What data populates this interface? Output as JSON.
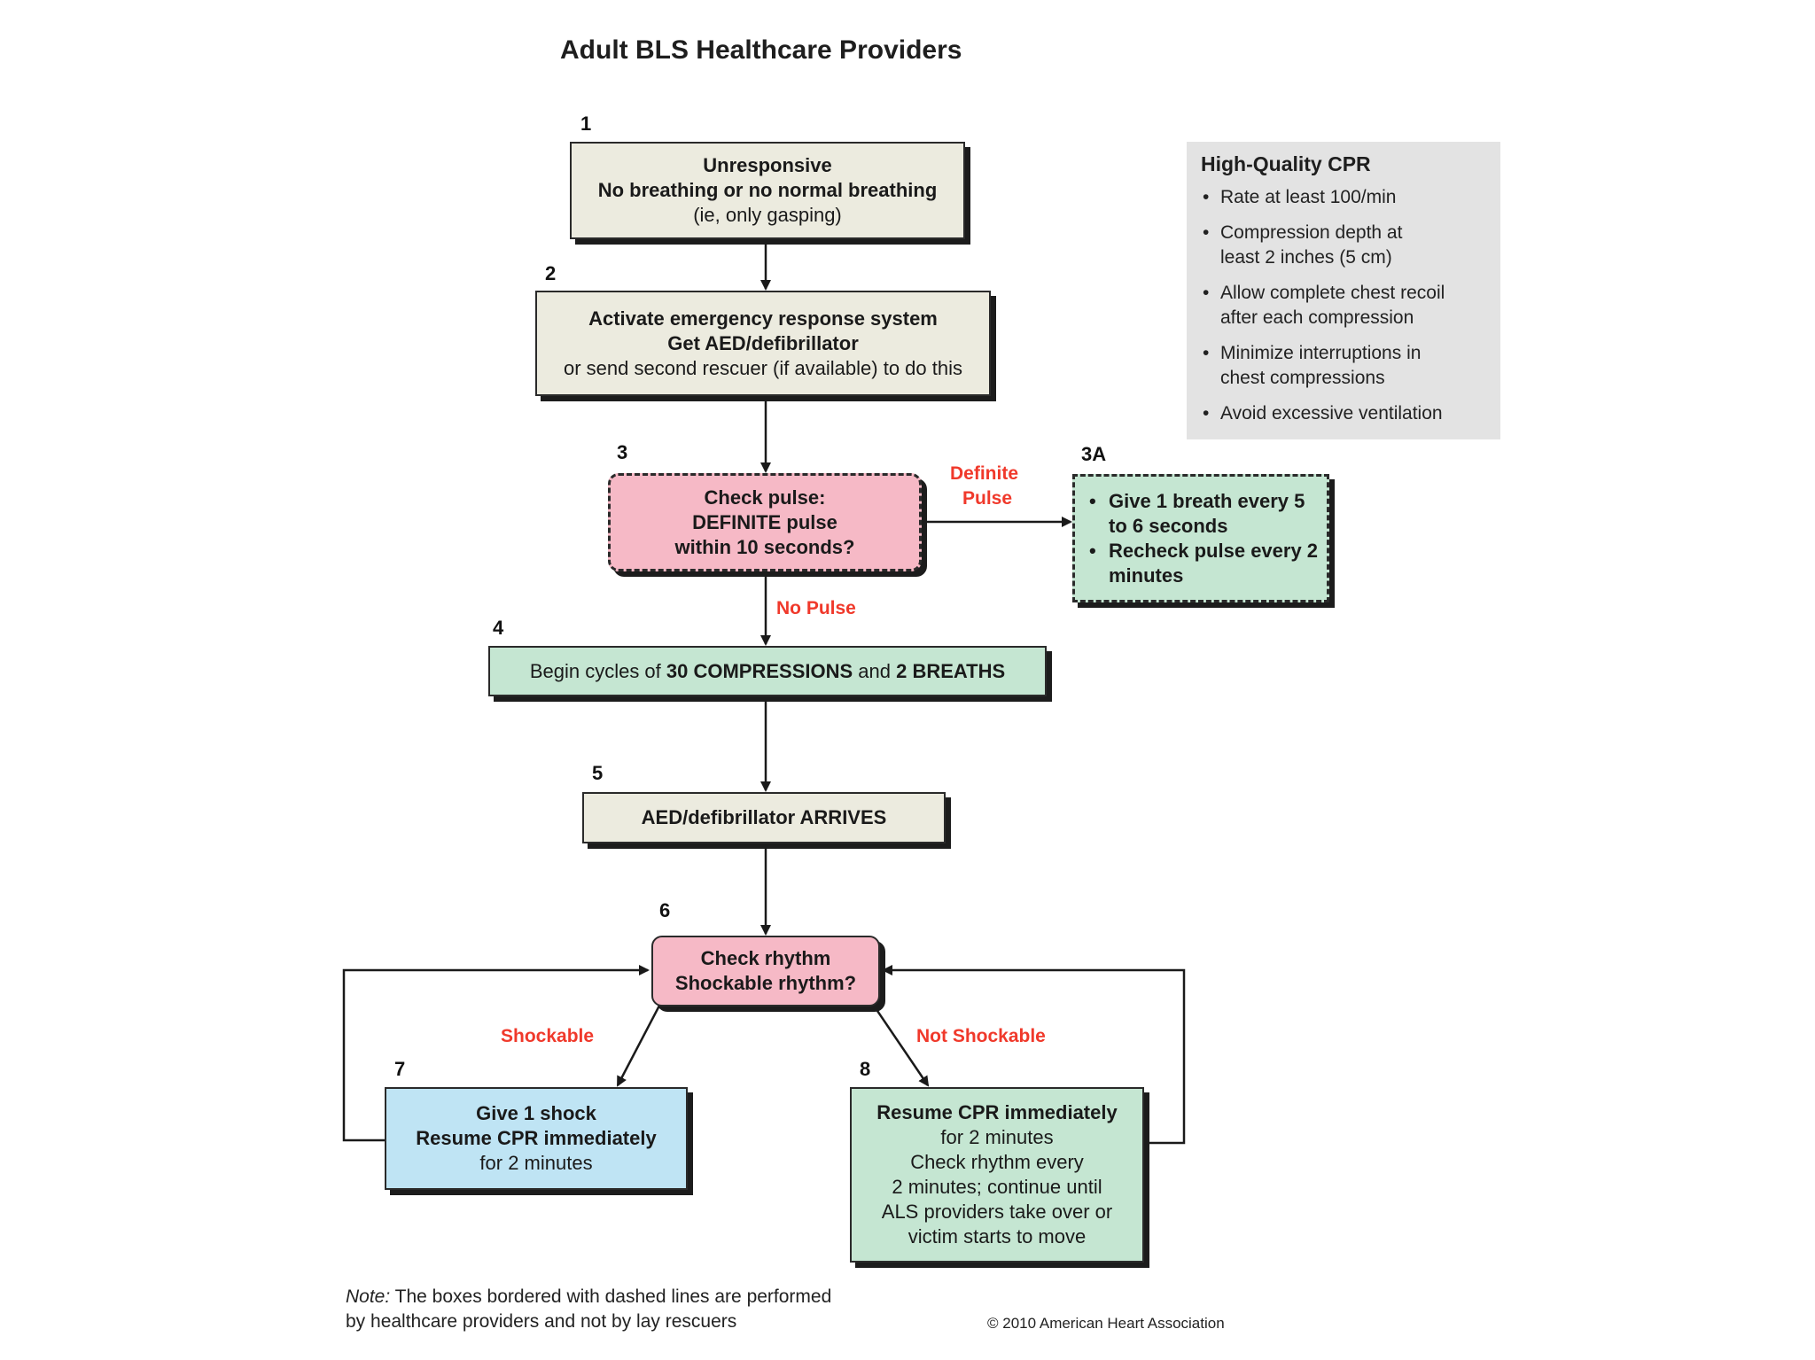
{
  "title": "Adult BLS Healthcare Providers",
  "boxes": {
    "b1": {
      "num": "1",
      "l1": "Unresponsive",
      "l2": "No breathing or no normal breathing",
      "l3": "(ie, only gasping)"
    },
    "b2": {
      "num": "2",
      "l1": "Activate emergency response system",
      "l2": "Get AED/defibrillator",
      "l3": "or send second rescuer (if available) to do this"
    },
    "b3": {
      "num": "3",
      "l1": "Check pulse:",
      "l2": "DEFINITE pulse",
      "l3": "within 10 seconds?"
    },
    "b3a": {
      "num": "3A",
      "items": [
        "Give 1 breath every 5 to 6 seconds",
        "Recheck pulse every 2 minutes"
      ]
    },
    "b4": {
      "num": "4",
      "pre": "Begin cycles of ",
      "bold1": "30 COMPRESSIONS",
      "mid": " and ",
      "bold2": "2 BREATHS"
    },
    "b5": {
      "num": "5",
      "l1": "AED/defibrillator ARRIVES"
    },
    "b6": {
      "num": "6",
      "l1": "Check rhythm",
      "l2": "Shockable rhythm?"
    },
    "b7": {
      "num": "7",
      "l1": "Give 1 shock",
      "l2": "Resume CPR immediately",
      "l3": "for 2 minutes"
    },
    "b8": {
      "num": "8",
      "l1": "Resume CPR immediately",
      "lines": [
        "for 2 minutes",
        "Check rhythm every",
        "2 minutes; continue until",
        "ALS providers take over or",
        "victim starts to move"
      ]
    }
  },
  "labels": {
    "definite_pulse_1": "Definite",
    "definite_pulse_2": "Pulse",
    "no_pulse": "No Pulse",
    "shockable": "Shockable",
    "not_shockable": "Not Shockable"
  },
  "sidebar": {
    "title": "High-Quality CPR",
    "items": [
      [
        "Rate at least 100/min"
      ],
      [
        "Compression depth at",
        "least 2 inches (5 cm)"
      ],
      [
        "Allow complete chest recoil",
        "after each compression"
      ],
      [
        "Minimize interruptions in",
        "chest compressions"
      ],
      [
        "Avoid excessive ventilation"
      ]
    ]
  },
  "note": {
    "label": "Note:",
    "text1": " The boxes bordered with dashed lines are performed",
    "text2": "by healthcare providers and not by lay rescuers"
  },
  "copyright": "© 2010 American Heart Association",
  "colors": {
    "beige": "#ecebdf",
    "pink": "#f6b9c6",
    "green": "#c5e6d2",
    "blue": "#bfe4f4",
    "decision_label_red": "#f0392b",
    "sidebar_gray": "#e3e3e3"
  }
}
